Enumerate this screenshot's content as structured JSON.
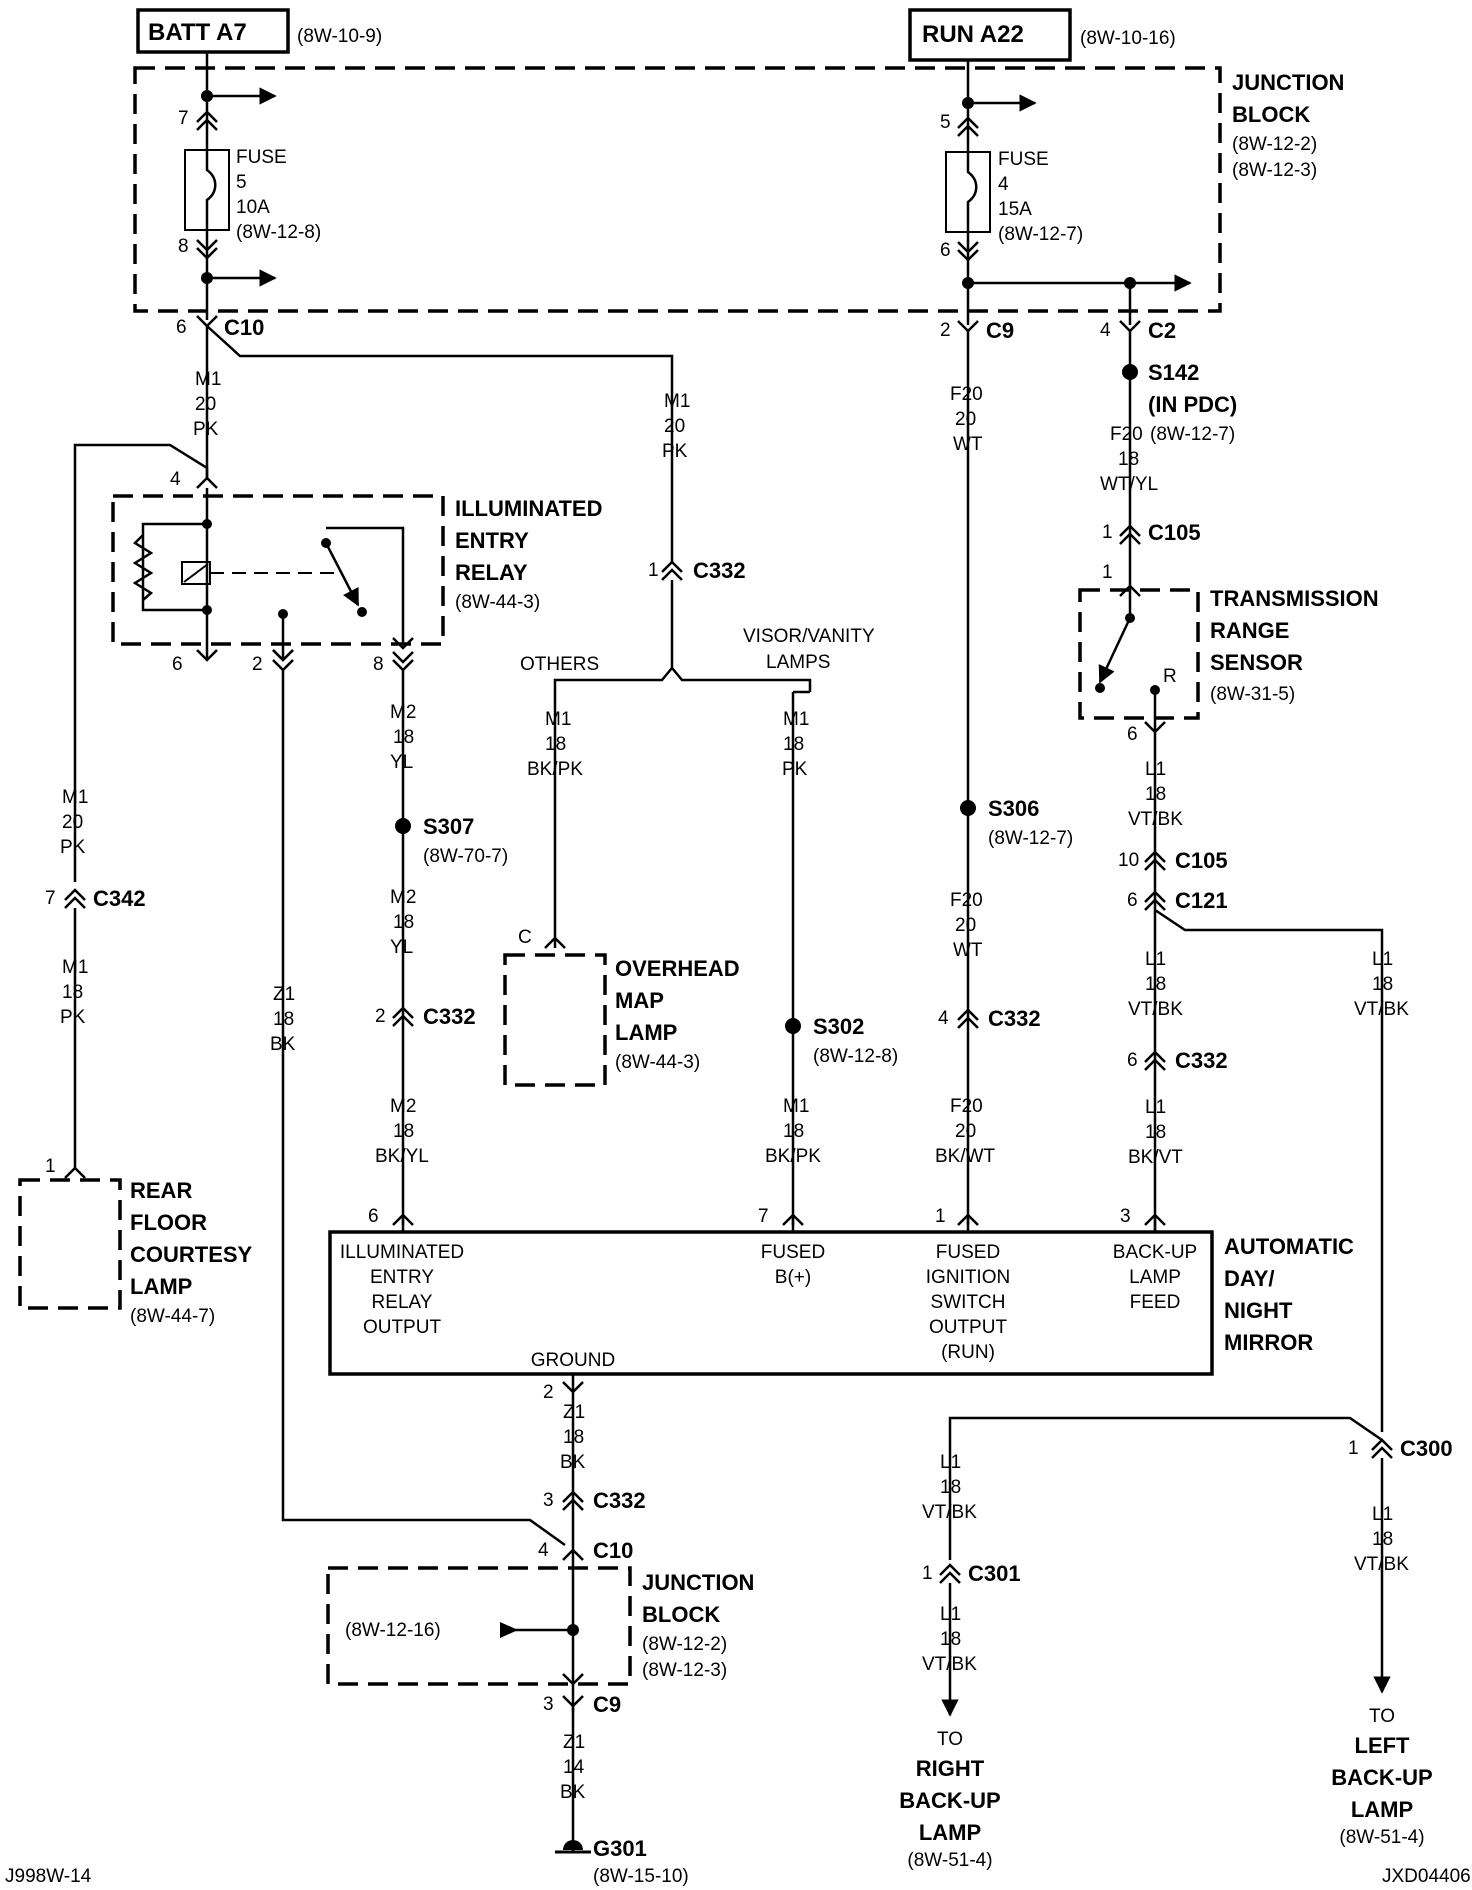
{
  "power": {
    "batt_a7": {
      "label": "BATT A7",
      "ref": "(8W-10-9)"
    },
    "run_a22": {
      "label": "RUN A22",
      "ref": "(8W-10-16)"
    }
  },
  "junction_block_top": {
    "title_1": "JUNCTION",
    "title_2": "BLOCK",
    "ref_1": "(8W-12-2)",
    "ref_2": "(8W-12-3)"
  },
  "fuse5": {
    "pin_in": "7",
    "pin_out": "8",
    "l1": "FUSE",
    "l2": "5",
    "l3": "10A",
    "l4": "(8W-12-8)"
  },
  "fuse4": {
    "pin_in": "5",
    "pin_out": "6",
    "l1": "FUSE",
    "l2": "4",
    "l3": "15A",
    "l4": "(8W-12-7)"
  },
  "connectors": {
    "c10_top": {
      "pin": "6",
      "name": "C10"
    },
    "c9_top": {
      "pin": "2",
      "name": "C9"
    },
    "c2": {
      "pin": "4",
      "name": "C2"
    },
    "s142": {
      "name": "S142",
      "note": "(IN PDC)",
      "ref": "(8W-12-7)"
    },
    "c105_a": {
      "pin": "1",
      "name": "C105"
    },
    "c332_a": {
      "pin": "1",
      "name": "C332"
    },
    "c342": {
      "pin": "7",
      "name": "C342"
    },
    "s307": {
      "name": "S307",
      "ref": "(8W-70-7)"
    },
    "c332_b": {
      "pin": "2",
      "name": "C332"
    },
    "s302": {
      "name": "S302",
      "ref": "(8W-12-8)"
    },
    "s306": {
      "name": "S306",
      "ref": "(8W-12-7)"
    },
    "c332_c": {
      "pin": "4",
      "name": "C332"
    },
    "c105_b": {
      "pin": "10",
      "name": "C105"
    },
    "c121": {
      "pin": "6",
      "name": "C121"
    },
    "c332_d": {
      "pin": "6",
      "name": "C332"
    },
    "c332_e": {
      "pin": "3",
      "name": "C332"
    },
    "c10_bot": {
      "pin": "4",
      "name": "C10"
    },
    "c9_bot": {
      "pin": "3",
      "name": "C9"
    },
    "c300": {
      "pin": "1",
      "name": "C300"
    },
    "c301": {
      "pin": "1",
      "name": "C301"
    },
    "g301": {
      "name": "G301",
      "ref": "(8W-15-10)"
    }
  },
  "wires": {
    "m1_top": [
      "M1",
      "20",
      "PK"
    ],
    "m1_right": [
      "M1",
      "20",
      "PK"
    ],
    "f20_top": [
      "F20",
      "20",
      "WT"
    ],
    "f20_s142": [
      "F20",
      "18",
      "WT/YL"
    ],
    "m1_left_a": [
      "M1",
      "20",
      "PK"
    ],
    "m1_left_b": [
      "M1",
      "18",
      "PK"
    ],
    "m2_a": [
      "M2",
      "18",
      "YL"
    ],
    "m2_b": [
      "M2",
      "18",
      "YL"
    ],
    "m2_c": [
      "M2",
      "18",
      "BK/YL"
    ],
    "z1_relay": [
      "Z1",
      "18",
      "BK"
    ],
    "m1_others": [
      "M1",
      "18",
      "BK/PK"
    ],
    "m1_visor": [
      "M1",
      "18",
      "PK"
    ],
    "m1_fused": [
      "M1",
      "18",
      "BK/PK"
    ],
    "f20_mid": [
      "F20",
      "20",
      "WT"
    ],
    "f20_low": [
      "F20",
      "20",
      "BK/WT"
    ],
    "l1_trs": [
      "L1",
      "18",
      "VT/BK"
    ],
    "l1_c121": [
      "L1",
      "18",
      "VT/BK"
    ],
    "l1_right": [
      "L1",
      "18",
      "VT/BK"
    ],
    "l1_c332": [
      "L1",
      "18",
      "BK/VT"
    ],
    "z1_ground": [
      "Z1",
      "18",
      "BK"
    ],
    "z1_g301": [
      "Z1",
      "14",
      "BK"
    ],
    "l1_c300_left": [
      "L1",
      "18",
      "VT/BK"
    ],
    "l1_c301": [
      "L1",
      "18",
      "VT/BK"
    ],
    "l1_c300_down": [
      "L1",
      "18",
      "VT/BK"
    ]
  },
  "relay": {
    "pin_in": "4",
    "pin_a": "6",
    "pin_b": "2",
    "pin_c": "8",
    "l1": "ILLUMINATED",
    "l2": "ENTRY",
    "l3": "RELAY",
    "ref": "(8W-44-3)"
  },
  "splice_labels": {
    "others": "OTHERS",
    "visor_1": "VISOR/VANITY",
    "visor_2": "LAMPS"
  },
  "overhead_lamp": {
    "pin": "C",
    "l1": "OVERHEAD",
    "l2": "MAP",
    "l3": "LAMP",
    "ref": "(8W-44-3)"
  },
  "trs": {
    "pin_in": "1",
    "pin_out": "6",
    "r": "R",
    "l1": "TRANSMISSION",
    "l2": "RANGE",
    "l3": "SENSOR",
    "ref": "(8W-31-5)"
  },
  "rear_lamp": {
    "pin": "1",
    "l1": "REAR",
    "l2": "FLOOR",
    "l3": "COURTESY",
    "l4": "LAMP",
    "ref": "(8W-44-7)"
  },
  "mirror": {
    "pins": {
      "p6": "6",
      "p7": "7",
      "p1": "1",
      "p3": "3",
      "p2": "2"
    },
    "title": [
      "AUTOMATIC",
      "DAY/",
      "NIGHT",
      "MIRROR"
    ],
    "ie": [
      "ILLUMINATED",
      "ENTRY",
      "RELAY",
      "OUTPUT"
    ],
    "fb": [
      "FUSED",
      "B(+)"
    ],
    "fi": [
      "FUSED",
      "IGNITION",
      "SWITCH",
      "OUTPUT",
      "(RUN)"
    ],
    "bu": [
      "BACK-UP",
      "LAMP",
      "FEED"
    ],
    "ground": "GROUND"
  },
  "junction_block_bot": {
    "title_1": "JUNCTION",
    "title_2": "BLOCK",
    "ref_1": "(8W-12-2)",
    "ref_2": "(8W-12-3)",
    "side_ref": "(8W-12-16)"
  },
  "right_backup": {
    "to": "TO",
    "l1": "RIGHT",
    "l2": "BACK-UP",
    "l3": "LAMP",
    "ref": "(8W-51-4)"
  },
  "left_backup": {
    "to": "TO",
    "l1": "LEFT",
    "l2": "BACK-UP",
    "l3": "LAMP",
    "ref": "(8W-51-4)"
  },
  "footer": {
    "left": "J998W-14",
    "right": "JXD04406"
  }
}
